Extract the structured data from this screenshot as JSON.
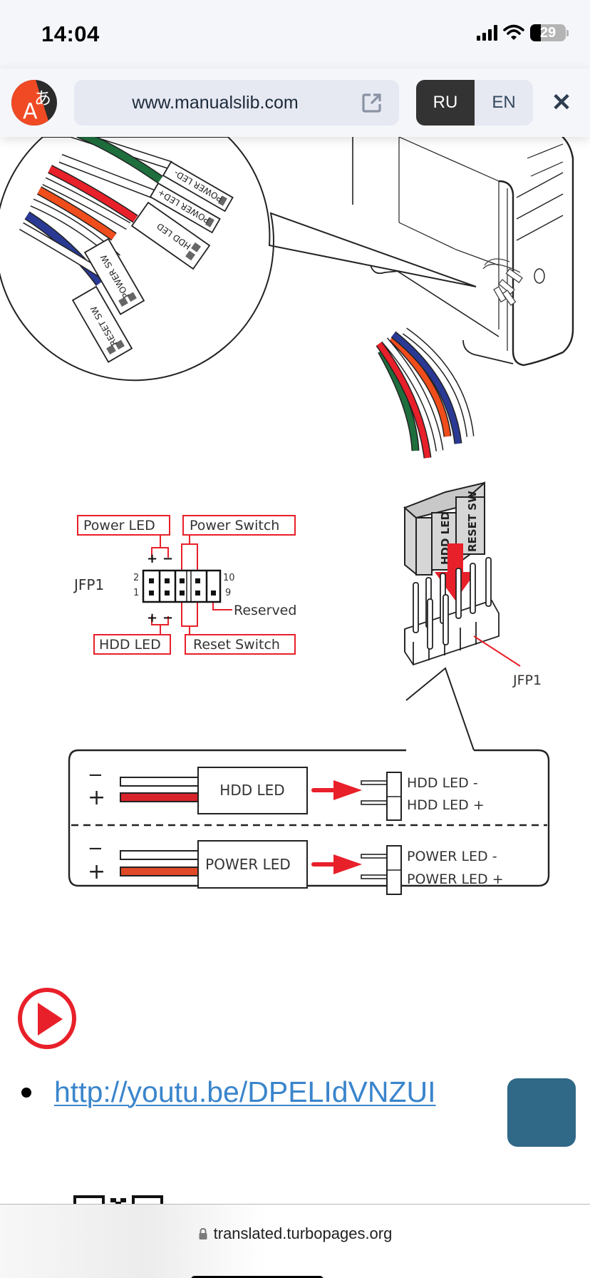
{
  "status_bar": {
    "time": "14:04",
    "battery_percent": "29",
    "battery_level": 0.29,
    "icons": [
      "cellular-signal-icon",
      "wifi-icon",
      "battery-icon"
    ]
  },
  "translator_bar": {
    "logo_icon": "translate-logo-icon",
    "logo_latin": "A",
    "logo_japanese": "あ",
    "url": "www.manualslib.com",
    "open_external_icon": "external-link-icon",
    "languages": [
      {
        "code": "RU",
        "active": true
      },
      {
        "code": "EN",
        "active": false
      }
    ],
    "close_label": "✕"
  },
  "diagram": {
    "connector_labels": [
      "POWER LED-",
      "POWER LED+",
      "HDD LED",
      "POWER SW",
      "RESET SW"
    ],
    "wire_colors": {
      "green": "#1f6e3d",
      "red": "#e8202a",
      "orange": "#f04d1c",
      "blue": "#2a3a94",
      "white": "#ffffff"
    },
    "pinout": {
      "header_name": "JFP1",
      "pin_numbers": {
        "top_left": "2",
        "bottom_left": "1",
        "top_right": "10",
        "bottom_right": "9"
      },
      "top_labels": [
        "Power LED",
        "Power Switch"
      ],
      "bottom_labels": [
        "HDD LED",
        "Reset Switch"
      ],
      "reserved_label": "Reserved",
      "plus": "+",
      "minus": "−"
    },
    "plug_labels": [
      "HDD LED",
      "RESET SW"
    ],
    "header_callout": "JFP1",
    "legend": {
      "rows": [
        {
          "block_label": "HDD LED",
          "minus_label": "HDD LED -",
          "plus_label": "HDD LED +",
          "plus_wire_color": "#d8232a"
        },
        {
          "block_label": "POWER LED",
          "minus_label": "POWER LED -",
          "plus_label": "POWER LED +",
          "plus_wire_color": "#e04a26"
        }
      ],
      "minus_sign": "−",
      "plus_sign": "+"
    },
    "accent_red": "#e8202a"
  },
  "video": {
    "icon": "play-circle-icon",
    "link_text": "http://youtu.be/DPELIdVNZUI",
    "link_color": "#3a85cc"
  },
  "floating_button": {
    "color": "#306887"
  },
  "bottom_bar": {
    "lock_icon": "lock-icon",
    "domain": "translated.turbopages.org"
  }
}
